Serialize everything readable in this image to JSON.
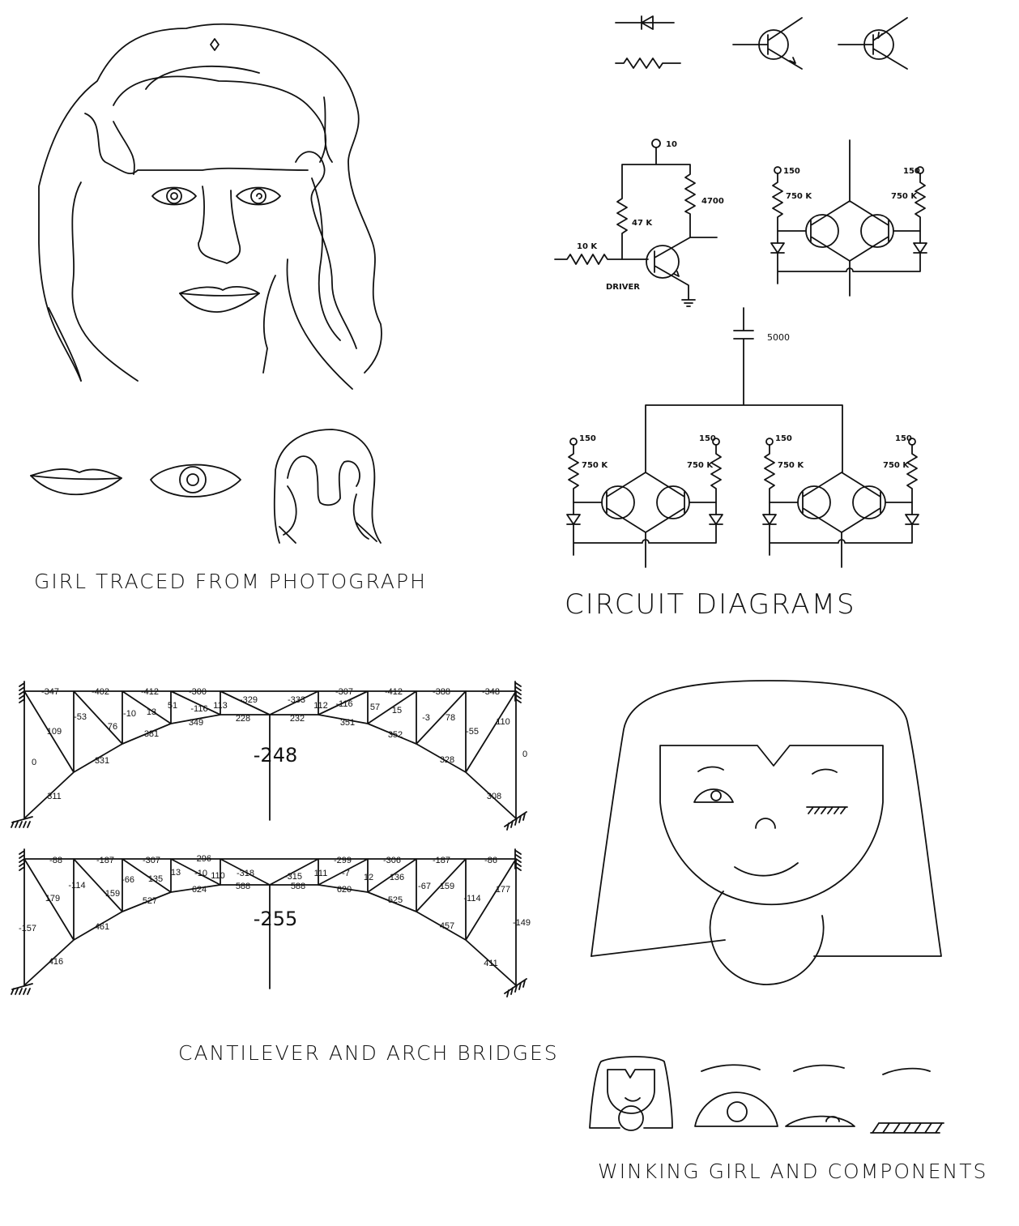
{
  "captions": {
    "girl": "GIRL TRACED FROM PHOTOGRAPH",
    "circuit": "CIRCUIT DIAGRAMS",
    "bridges": "CANTILEVER AND ARCH BRIDGES",
    "winking": "WINKING GIRL AND COMPONENTS"
  },
  "circuit": {
    "supply_driver": "10",
    "r_input": "10 K",
    "r_bias": "47 K",
    "r_collector": "4700",
    "driver": "DRIVER",
    "capacitor": "5000",
    "supply": "150",
    "r_module": "750 K"
  },
  "bridge1": {
    "center_value": "-248",
    "labels": [
      "-347",
      "-402",
      "-412",
      "-300",
      "-329",
      "-333",
      "-307",
      "-412",
      "-388",
      "-348",
      "109",
      "-53",
      "-10",
      "76",
      "13",
      "51",
      "-116",
      "113",
      "228",
      "232",
      "112",
      "-116",
      "57",
      "15",
      "349",
      "381",
      "351",
      "352",
      "-3",
      "78",
      "-55",
      "110",
      "0",
      "331",
      "328",
      "0",
      "311",
      "308"
    ]
  },
  "bridge2": {
    "center_value": "-255",
    "labels": [
      "-88",
      "-187",
      "-307",
      "-296",
      "-318",
      "-315",
      "-299",
      "-306",
      "-187",
      "-86",
      "179",
      "-114",
      "159",
      "-66",
      "135",
      "13",
      "-10",
      "110",
      "588",
      "624",
      "527",
      "461",
      "416",
      "-157",
      "588",
      "111",
      "-7",
      "12",
      "136",
      "620",
      "525",
      "-67",
      "159",
      "-114",
      "177",
      "457",
      "411",
      "-149"
    ]
  }
}
